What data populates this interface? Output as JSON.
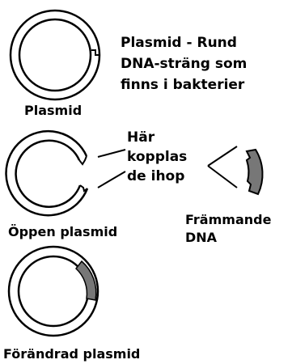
{
  "labels": {
    "description_line1": "Plasmid - Rund",
    "description_line2": "DNA-sträng som",
    "description_line3": "finns i bakterier",
    "plasmid": "Plasmid",
    "join_line1": "Här",
    "join_line2": "kopplas",
    "join_line3": "de ihop",
    "open_plasmid": "Öppen plasmid",
    "foreign_dna_line1": "Främmande",
    "foreign_dna_line2": "DNA",
    "changed_plasmid": "Förändrad plasmid"
  },
  "colors": {
    "outline": "#000000",
    "ring_fill": "#ffffff",
    "foreign_dna_fill": "#777777"
  }
}
